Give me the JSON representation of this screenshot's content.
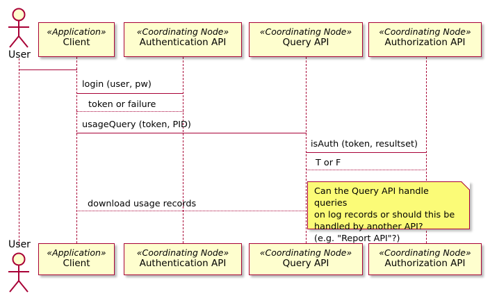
{
  "diagram": {
    "kind": "uml-sequence-diagram",
    "colors": {
      "participant_fill": "#FEFECE",
      "line": "#A80036",
      "note_fill": "#FBFB77",
      "background": "#FFFFFF",
      "text": "#000000"
    }
  },
  "actor": {
    "name": "User",
    "label_top": "User",
    "label_bottom": "User"
  },
  "participants": [
    {
      "stereotype": "«Application»",
      "name": "Client"
    },
    {
      "stereotype": "«Coordinating Node»",
      "name": "Authentication API"
    },
    {
      "stereotype": "«Coordinating Node»",
      "name": "Query API"
    },
    {
      "stereotype": "«Coordinating Node»",
      "name": "Authorization API"
    }
  ],
  "messages": [
    {
      "label": "",
      "from": "User",
      "to": "Client",
      "style": "solid"
    },
    {
      "label": "login (user, pw)",
      "from": "Client",
      "to": "Authentication API",
      "style": "solid"
    },
    {
      "label": "token or failure",
      "from": "Authentication API",
      "to": "Client",
      "style": "dotted"
    },
    {
      "label": "usageQuery (token, PID)",
      "from": "Client",
      "to": "Query API",
      "style": "solid"
    },
    {
      "label": "isAuth (token, resultset)",
      "from": "Query API",
      "to": "Authorization API",
      "style": "solid"
    },
    {
      "label": "T or F",
      "from": "Authorization API",
      "to": "Query API",
      "style": "dotted"
    },
    {
      "label": "download usage records",
      "from": "Query API",
      "to": "Client",
      "style": "dotted"
    }
  ],
  "note": {
    "text": "Can the Query API handle queries\non log records or should this be\nhandled by another API?\n(e.g. \"Report API\"?)",
    "attached_to": "Query API"
  }
}
